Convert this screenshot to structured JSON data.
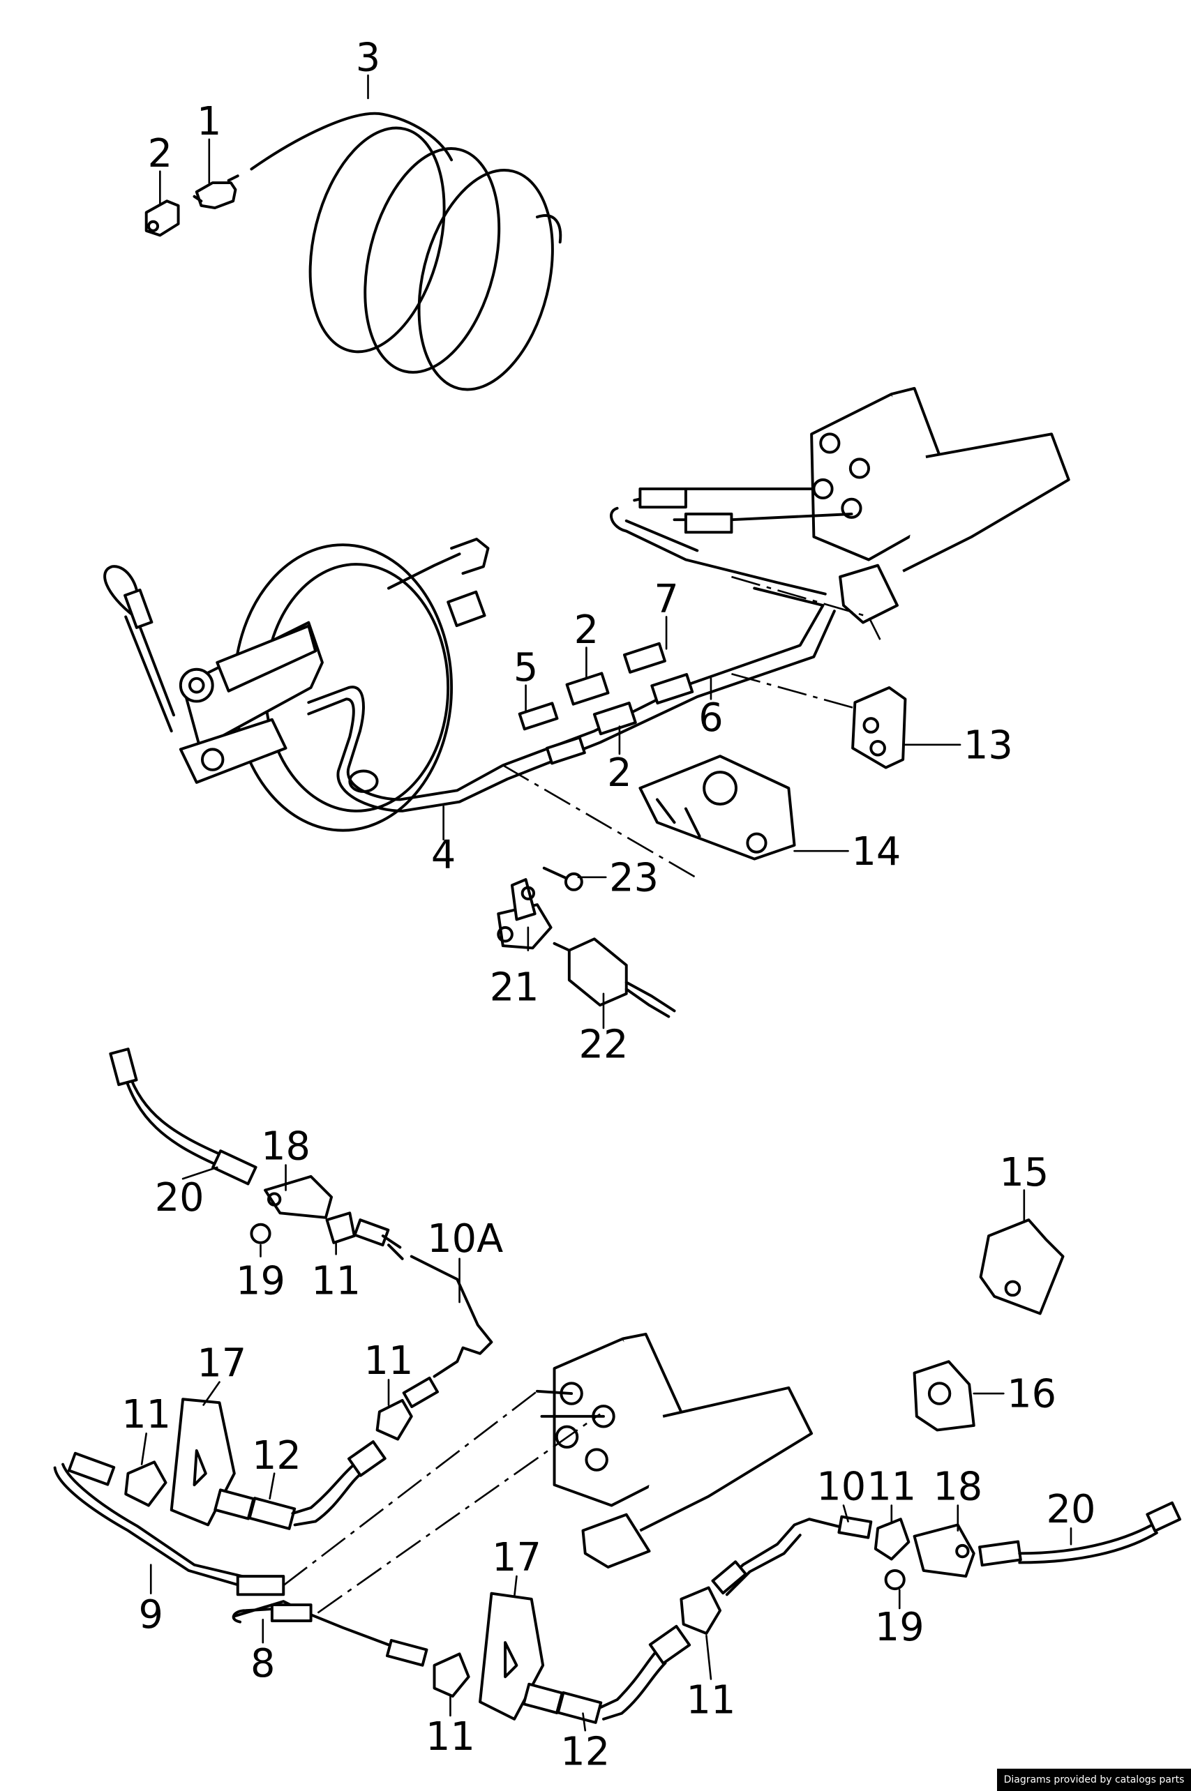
{
  "callouts": {
    "l1": "1",
    "l2a": "2",
    "l3": "3",
    "l2b": "2",
    "l7": "7",
    "l5": "5",
    "l6": "6",
    "l2c": "2",
    "l13": "13",
    "l4": "4",
    "l14": "14",
    "l23": "23",
    "l21": "21",
    "l22": "22",
    "l18a": "18",
    "l20a": "20",
    "l19a": "19",
    "l11a": "11",
    "l10A": "10A",
    "l15": "15",
    "l16": "16",
    "l17a": "17",
    "l11b": "11",
    "l11c": "11",
    "l12a": "12",
    "l9": "9",
    "l8": "8",
    "l10": "10",
    "l11d": "11",
    "l18b": "18",
    "l20b": "20",
    "l19b": "19",
    "l17b": "17",
    "l11e": "11",
    "l12b": "12",
    "l11f": "11"
  },
  "footer": {
    "credit": "Diagrams provided by catalogs parts"
  }
}
